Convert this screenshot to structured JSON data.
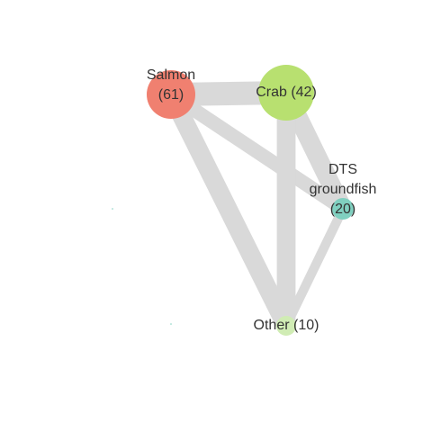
{
  "network": {
    "nodes": [
      {
        "id": "salmon",
        "lines": [
          "Salmon",
          "(61)"
        ],
        "color": "#f08070"
      },
      {
        "id": "crab",
        "lines": [
          "Crab (42)"
        ],
        "color": "#b8e070"
      },
      {
        "id": "dts",
        "lines": [
          "DTS",
          "groundfish",
          "(20)"
        ],
        "color": "#80d0c0"
      },
      {
        "id": "other",
        "lines": [
          "Other (10)"
        ],
        "color": "#d0ecb4"
      }
    ],
    "edges": [
      {
        "source": "salmon",
        "target": "crab",
        "weight": 5
      },
      {
        "source": "salmon",
        "target": "dts",
        "weight": 3
      },
      {
        "source": "salmon",
        "target": "other",
        "weight": 4
      },
      {
        "source": "crab",
        "target": "dts",
        "weight": 4
      },
      {
        "source": "crab",
        "target": "other",
        "weight": 4
      },
      {
        "source": "dts",
        "target": "other",
        "weight": 2
      }
    ],
    "edge_color": "#d9d9d9",
    "text_color": "#333333"
  }
}
